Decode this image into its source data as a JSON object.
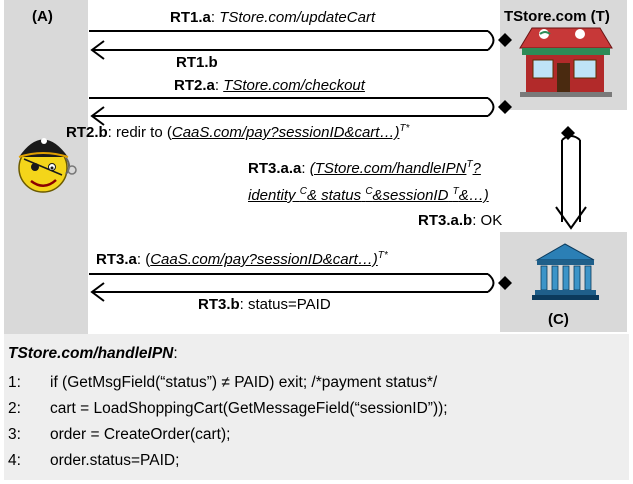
{
  "entities": {
    "a_label": "(A)",
    "t_label": "TStore.com (T)",
    "c_label": "(C)"
  },
  "messages": {
    "rt1a_id": "RT1.a",
    "rt1a_sep": ": ",
    "rt1a_url": "TStore.com/updateCart",
    "rt1b_id": "RT1.b",
    "rt2a_id": "RT2.a",
    "rt2a_sep": ": ",
    "rt2a_url": "TStore.com/checkout",
    "rt2b_id": "RT2.b",
    "rt2b_text": ": redir to (",
    "rt2b_url": "CaaS.com/pay?sessionID&cart…)",
    "rt2b_sup": "T*",
    "rt3aa_id": "RT3.a.a",
    "rt3aa_sep": ": ",
    "rt3aa_line1": "(TStore.com/handleIPN",
    "rt3aa_line1_sup": "T",
    "rt3aa_line1_end": "?",
    "rt3aa_line2_a": "identity",
    "rt3aa_line2_a_sup": "C",
    "rt3aa_line2_b": "& status",
    "rt3aa_line2_b_sup": "C",
    "rt3aa_line2_c": "&sessionID",
    "rt3aa_line2_c_sup": "T",
    "rt3aa_line2_d": "&…)",
    "rt3ab_id": "RT3.a.b",
    "rt3ab_text": ":  OK",
    "rt3a_id": "RT3.a",
    "rt3a_text": ": (",
    "rt3a_url": "CaaS.com/pay?sessionID&cart…)",
    "rt3a_sup": "T*",
    "rt3b_id": "RT3.b",
    "rt3b_text": ": status=PAID"
  },
  "code": {
    "title": "TStore.com/handleIPN",
    "title_suffix": ":",
    "lines": [
      {
        "num": "1:",
        "text": "if (GetMsgField(“status”) ≠ PAID) exit;   /*payment status*/"
      },
      {
        "num": "2:",
        "text": "cart = LoadShoppingCart(GetMessageField(“sessionID”));"
      },
      {
        "num": "3:",
        "text": "order = CreateOrder(cart);"
      },
      {
        "num": "4:",
        "text": "order.status=PAID;"
      }
    ]
  },
  "icons": {
    "attacker": "pirate-smiley-icon",
    "store": "storefront-icon",
    "cashier": "bank-building-icon"
  }
}
